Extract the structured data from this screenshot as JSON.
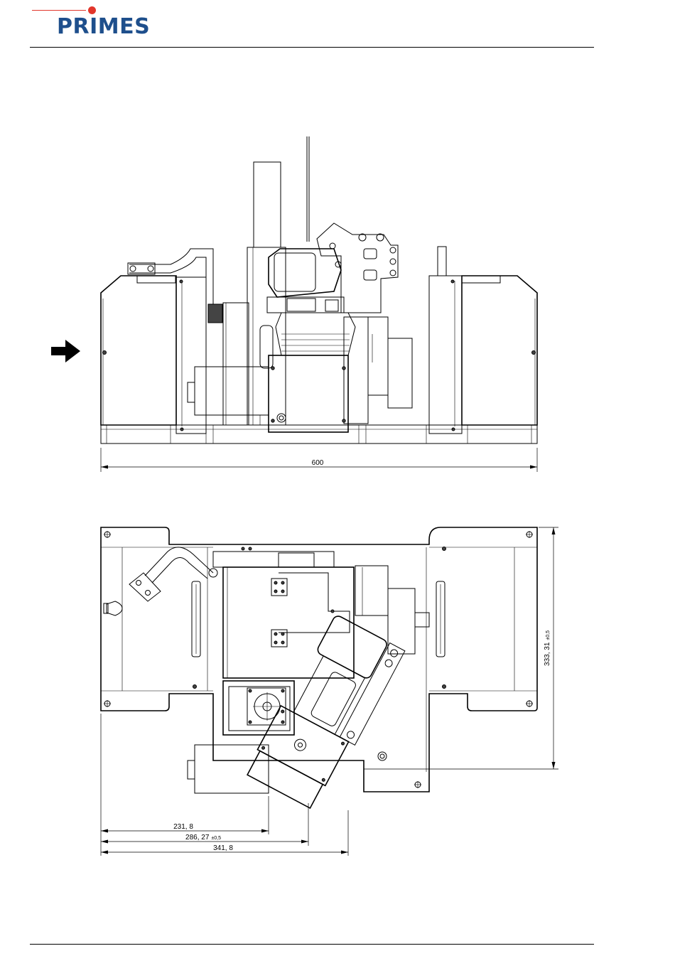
{
  "header": {
    "logo_text": "PRIMES",
    "logo_color": "#1e4f8c",
    "accent_color": "#e2362b"
  },
  "front_view": {
    "arrow_icon": "arrow-right-icon",
    "dimensions": {
      "width": "600"
    }
  },
  "top_view": {
    "dimensions": {
      "depth": "333, 31",
      "depth_tol": "±0,5",
      "offset_1": "231, 8",
      "offset_2": "286, 27",
      "offset_2_tol": "±0,5",
      "offset_3": "341, 8"
    }
  }
}
